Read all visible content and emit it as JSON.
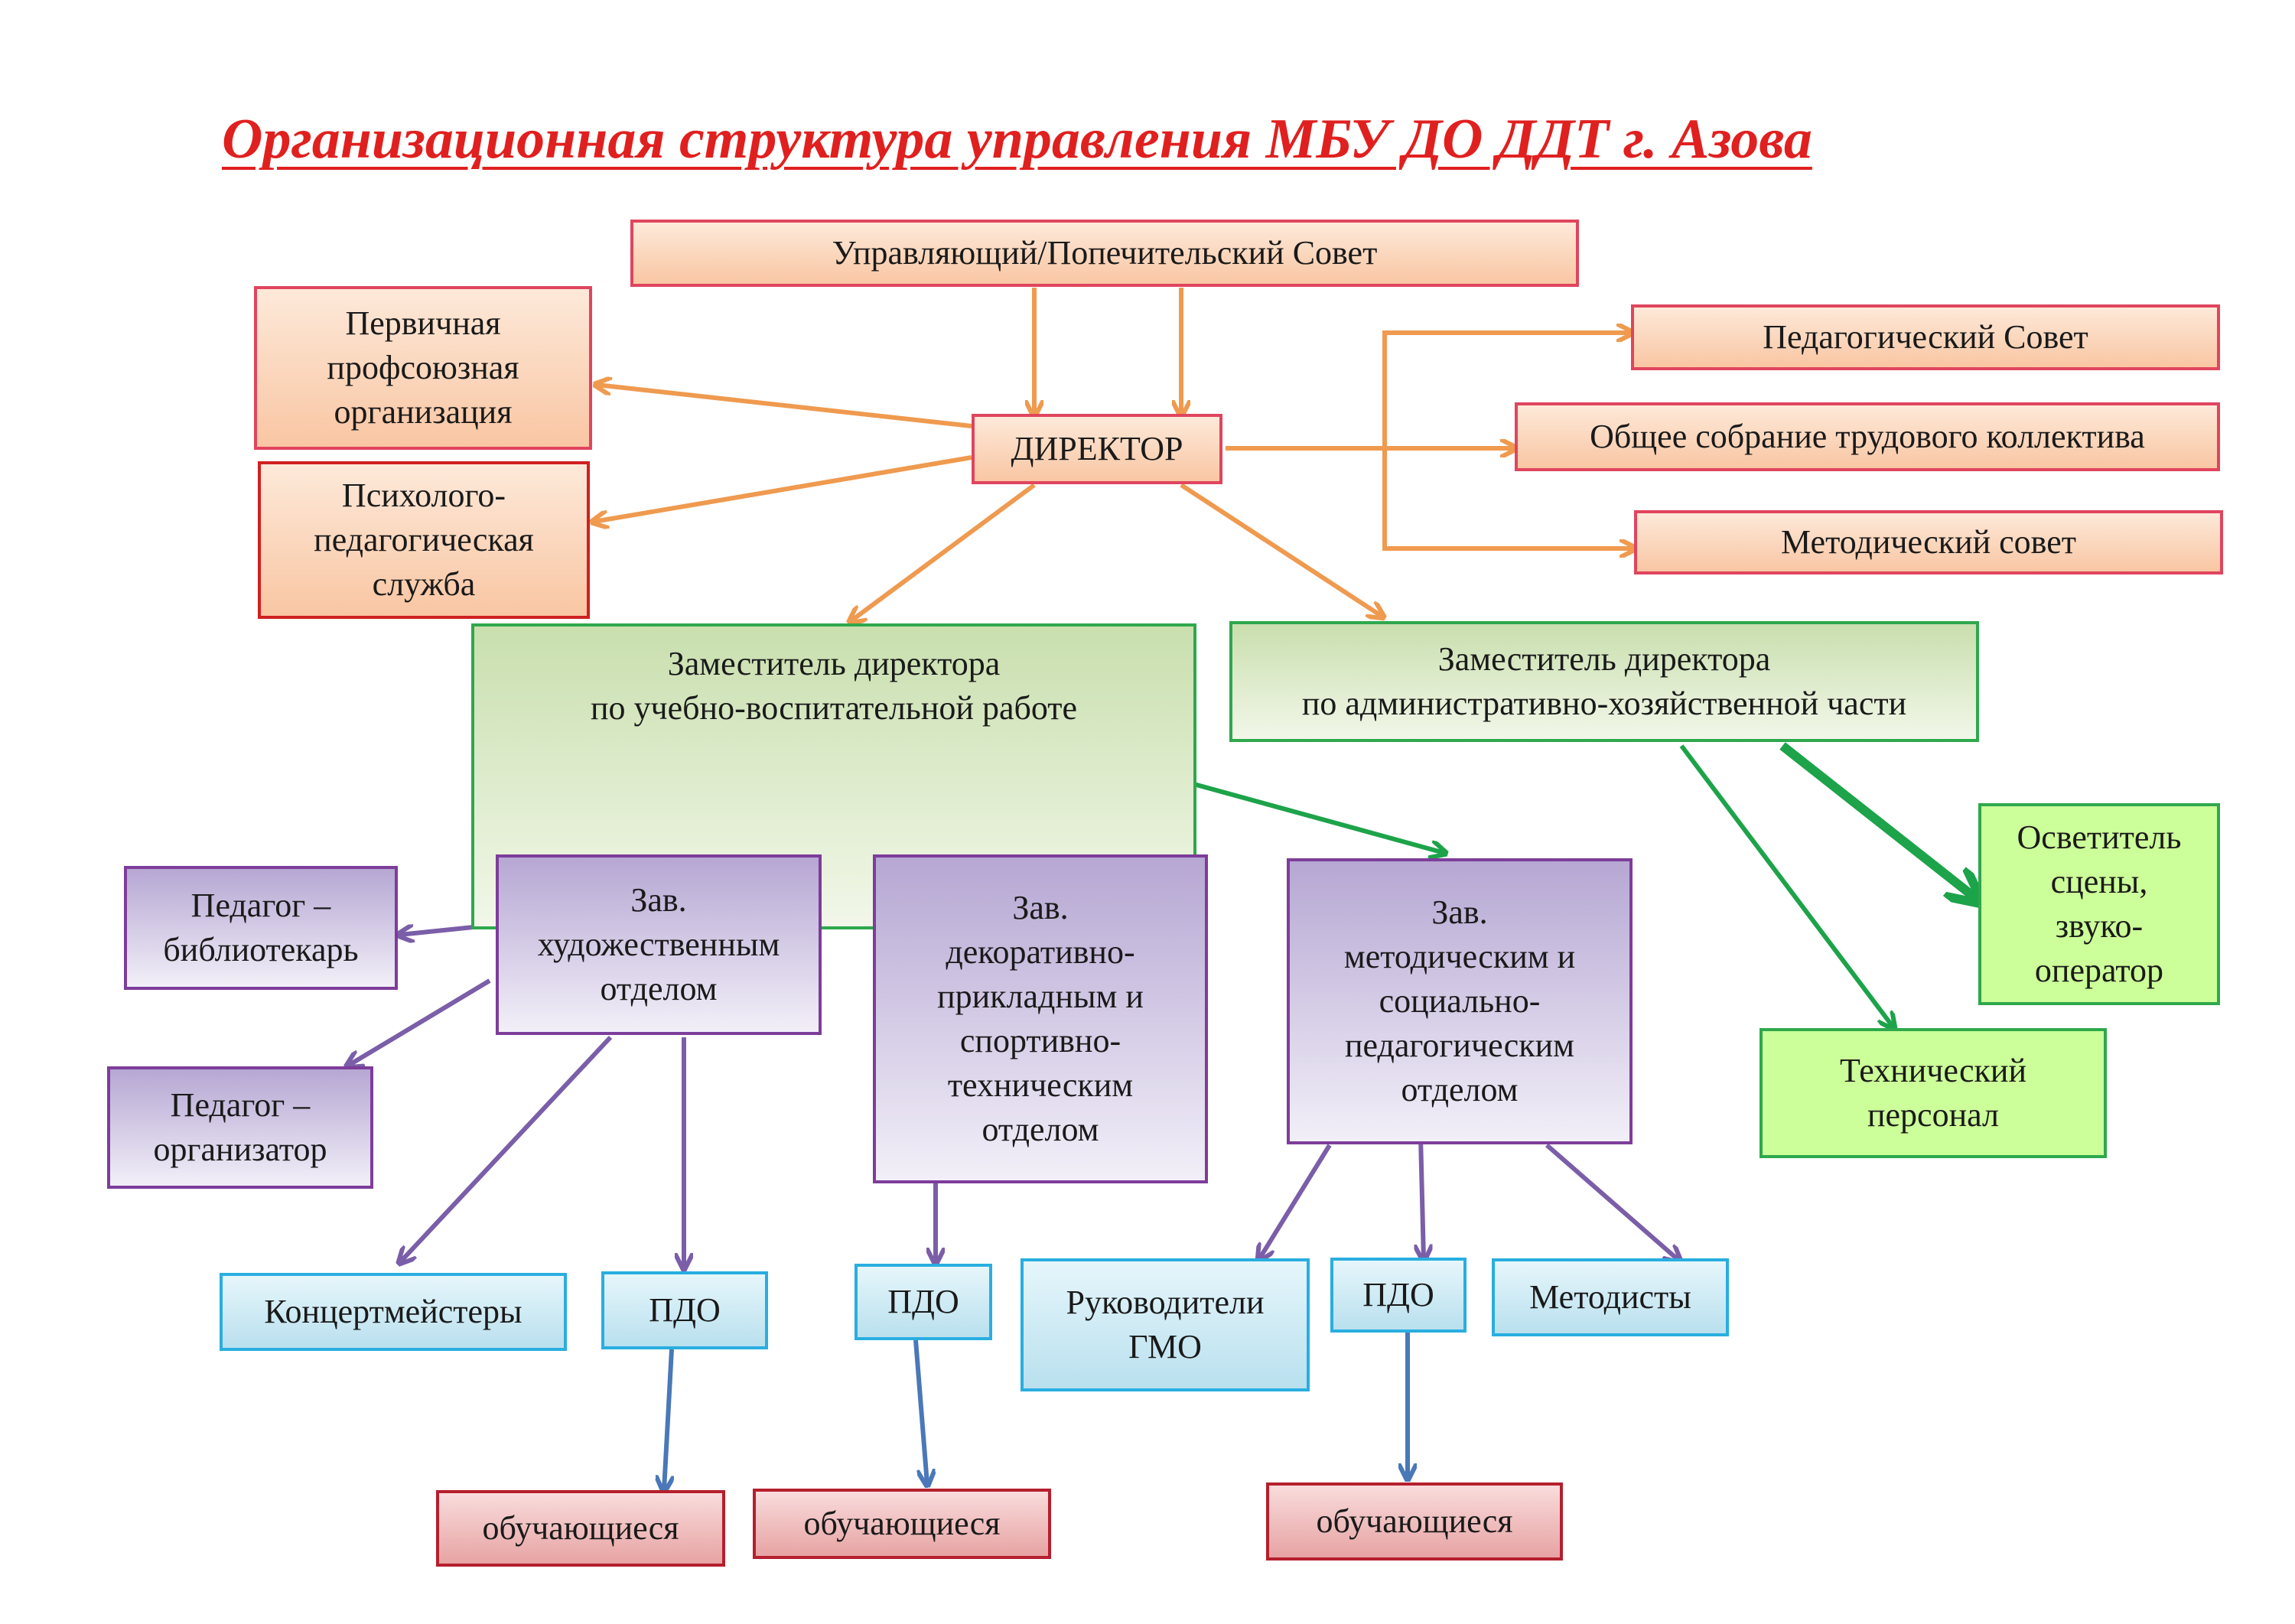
{
  "title": "Организационная структура управления МБУ ДО  ДДТ г. Азова",
  "colors": {
    "title": "#e0201f",
    "orange_arrow": "#ef9a4f",
    "green_arrow": "#1da34a",
    "purple_arrow": "#7b5ea8",
    "blue_arrow": "#4a78b8"
  },
  "nodes": {
    "board": "Управляющий/Попечительский Совет",
    "director": "ДИРЕКТОР",
    "union": "Первичная\nпрофсоюзная\nорганизация",
    "psych": "Психолого-\nпедагогическая\nслужба",
    "ped_council": "Педагогический Совет",
    "assembly": "Общее собрание трудового коллектива",
    "method_council": "Методический совет",
    "deputy_edu": "Заместитель директора\nпо учебно-воспитательной работе",
    "deputy_admin": "Заместитель директора\nпо административно-хозяйственной части",
    "lighting": "Осветитель\nсцены,\nзвуко-\nоператор",
    "tech_staff": "Технический\nперсонал",
    "head_art": "Зав.\nхудожественным\nотделом",
    "head_decor": "Зав.\nдекоративно-\nприкладным и\nспортивно-\nтехническим\nотделом",
    "head_method": "Зав.\nметодическим и\nсоциально-\nпедагогическим\nотделом",
    "librarian": "Педагог –\nбиблиотекарь",
    "organizer": "Педагог –\nорганизатор",
    "accompanists": "Концертмейстеры",
    "pdo_1": "ПДО",
    "pdo_2": "ПДО",
    "gmo_heads": "Руководители\nГМО",
    "pdo_3": "ПДО",
    "methodists": "Методисты",
    "students_1": "обучающиеся",
    "students_2": "обучающиеся",
    "students_3": "обучающиеся"
  }
}
